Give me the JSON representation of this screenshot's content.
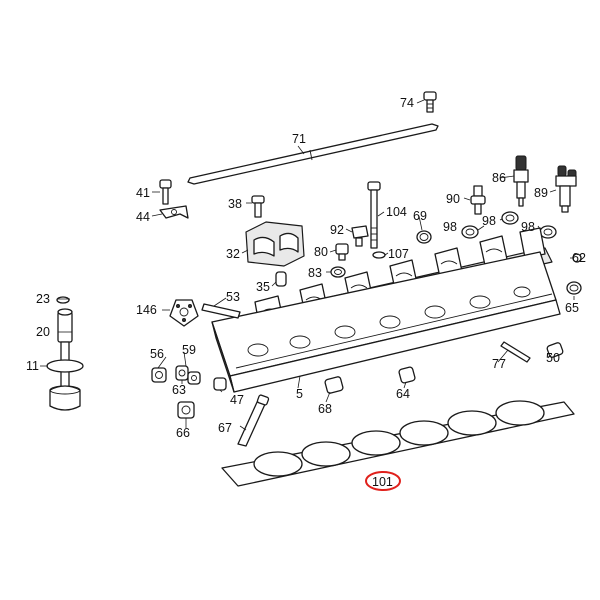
{
  "highlight_color": "#e0201b",
  "labels": {
    "l74": "74",
    "l71": "71",
    "l41": "41",
    "l44": "44",
    "l38": "38",
    "l32": "32",
    "l92": "92",
    "l104": "104",
    "l69": "69",
    "l80": "80",
    "l107": "107",
    "l90": "90",
    "l86": "86",
    "l89": "89",
    "l98a": "98",
    "l98b": "98",
    "l98c": "98",
    "l83": "83",
    "l35": "35",
    "l62": "62",
    "l23": "23",
    "l53": "53",
    "l146": "146",
    "l65": "65",
    "l20": "20",
    "l56": "56",
    "l59": "59",
    "l50": "50",
    "l77": "77",
    "l11": "11",
    "l63": "63",
    "l64": "64",
    "l47": "47",
    "l5": "5",
    "l68": "68",
    "l66": "66",
    "l67": "67",
    "l101": "101"
  }
}
